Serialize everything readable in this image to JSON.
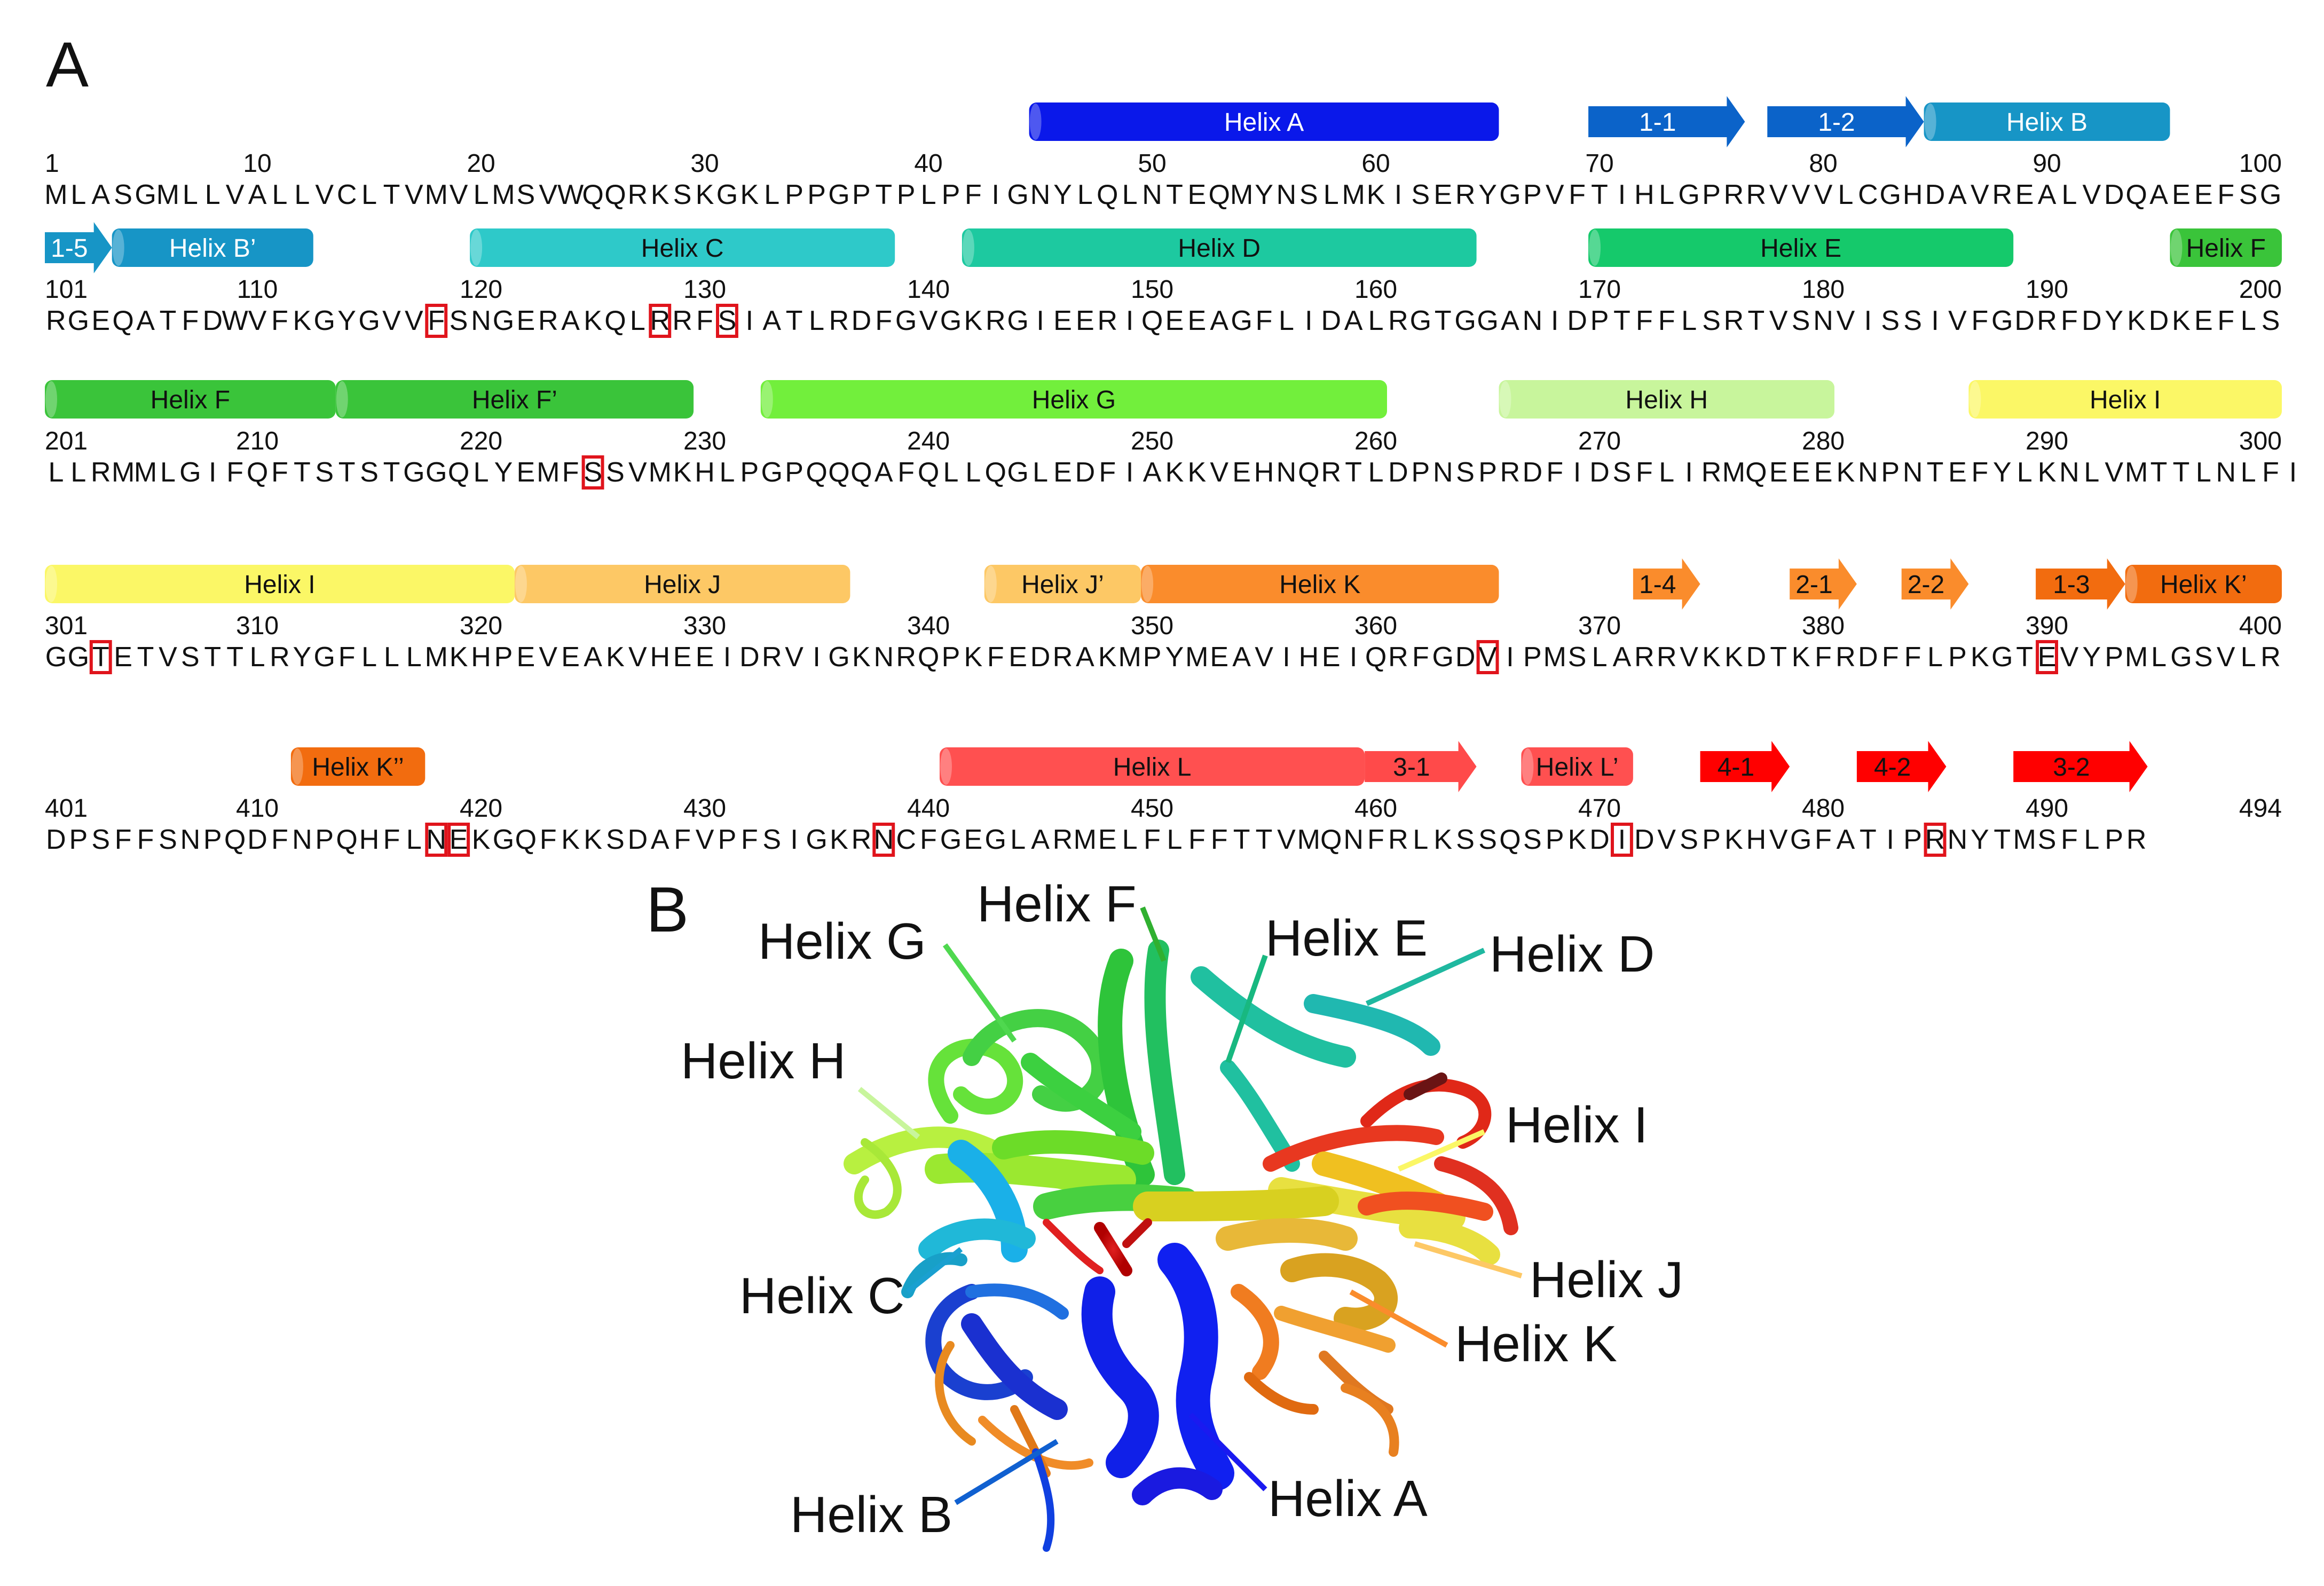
{
  "panels": {
    "a": "A",
    "b": "B"
  },
  "colors": {
    "signal": "#a6a6a6",
    "seq": "#111111",
    "box": "#e0141c"
  },
  "rows": [
    {
      "start": 1,
      "label_start": "1",
      "label_end": "100",
      "numbers": [
        "10",
        "20",
        "30",
        "40",
        "50",
        "60",
        "70",
        "80",
        "90"
      ],
      "signal_len": 29,
      "seq": "MLASGMLLVALLVCLTVMVLMSVWQQRKSKGKLPPGPTPLPFIGNYLQLNTEQMYNSLMKISERYGPVFTIHLGPRRVVVLCGHDAVREALVDQAEEFSG",
      "boxes": [],
      "features": [
        {
          "type": "helix",
          "label": "Helix A",
          "color": "#0a18ea",
          "text": "#ffffff",
          "s": 45,
          "e": 65
        },
        {
          "type": "arrow",
          "label": "1-1",
          "color": "#0b63c9",
          "text": "#ffffff",
          "s": 70,
          "e": 76
        },
        {
          "type": "arrow",
          "label": "1-2",
          "color": "#0b63c9",
          "text": "#ffffff",
          "s": 78,
          "e": 84
        },
        {
          "type": "helix",
          "label": "Helix B",
          "color": "#1795c6",
          "text": "#ffffff",
          "s": 85,
          "e": 95
        }
      ]
    },
    {
      "start": 101,
      "label_start": "101",
      "label_end": "200",
      "numbers": [
        "110",
        "120",
        "130",
        "140",
        "150",
        "160",
        "170",
        "180",
        "190"
      ],
      "signal_len": 0,
      "seq": "RGEQATFDWVFKGYGVVFSNGERAKQLRRFSIATLRDFGVGKRGIEERIQEEAGFLIDALRGTGGANIDPTFFLSRTVSNVISSIVFGDRFDYKDKEFLS",
      "boxes": [
        118,
        128,
        131
      ],
      "features": [
        {
          "type": "arrow",
          "label": "1-5",
          "color": "#1795c6",
          "text": "#ffffff",
          "s": 101,
          "e": 103
        },
        {
          "type": "helix",
          "label": "Helix B’",
          "color": "#1795c6",
          "text": "#ffffff",
          "s": 104,
          "e": 112
        },
        {
          "type": "helix",
          "label": "Helix C",
          "color": "#2ec9c9",
          "text": "#111111",
          "s": 120,
          "e": 138
        },
        {
          "type": "helix",
          "label": "Helix D",
          "color": "#1dc9a0",
          "text": "#111111",
          "s": 142,
          "e": 164
        },
        {
          "type": "helix",
          "label": "Helix E",
          "color": "#15c96b",
          "text": "#111111",
          "s": 170,
          "e": 188
        },
        {
          "type": "helix",
          "label": "Helix F",
          "color": "#3ac43a",
          "text": "#111111",
          "s": 196,
          "e": 200
        }
      ]
    },
    {
      "start": 201,
      "label_start": "201",
      "label_end": "300",
      "numbers": [
        "210",
        "220",
        "230",
        "240",
        "250",
        "260",
        "270",
        "280",
        "290"
      ],
      "signal_len": 0,
      "seq": "LLRMMLGIFQFTSTSTGGQLYEMFSSVMKHLPGPQQQAFQLLQGLEDFIAKKVEHNQRTLDPNSPRDFIDSFLIRMQEEEKNPNTEFYLKNLVMTTLNLFI",
      "boxes": [
        225
      ],
      "features": [
        {
          "type": "helix",
          "label": "Helix F",
          "color": "#3ac43a",
          "text": "#111111",
          "s": 201,
          "e": 213
        },
        {
          "type": "helix",
          "label": "Helix F’",
          "color": "#3ac43a",
          "text": "#111111",
          "s": 214,
          "e": 229
        },
        {
          "type": "helix",
          "label": "Helix G",
          "color": "#72ef3c",
          "text": "#111111",
          "s": 233,
          "e": 260
        },
        {
          "type": "helix",
          "label": "Helix H",
          "color": "#c8f59c",
          "text": "#111111",
          "s": 266,
          "e": 280
        },
        {
          "type": "helix",
          "label": "Helix I",
          "color": "#fbf766",
          "text": "#111111",
          "s": 287,
          "e": 300
        }
      ]
    },
    {
      "start": 301,
      "label_start": "301",
      "label_end": "400",
      "numbers": [
        "310",
        "320",
        "330",
        "340",
        "350",
        "360",
        "370",
        "380",
        "390"
      ],
      "signal_len": 0,
      "seq": "GGTETVSTTLRYGFLLLMKHPEVEAKVHEEIDRVIGKNRQPKFEDRAKMPYMEAVIHEIQRFGDVIPMSLARRVKKDTKFRDFFLPKGTEVYPMLGSVLR",
      "boxes": [
        303,
        365,
        390
      ],
      "features": [
        {
          "type": "helix",
          "label": "Helix I",
          "color": "#fbf766",
          "text": "#111111",
          "s": 301,
          "e": 321
        },
        {
          "type": "helix",
          "label": "Helix J",
          "color": "#fdc865",
          "text": "#111111",
          "s": 322,
          "e": 336
        },
        {
          "type": "helix",
          "label": "Helix J’",
          "color": "#fdc865",
          "text": "#111111",
          "s": 343,
          "e": 349
        },
        {
          "type": "helix",
          "label": "Helix K",
          "color": "#fa8c2c",
          "text": "#111111",
          "s": 350,
          "e": 365
        },
        {
          "type": "arrow",
          "label": "1-4",
          "color": "#fa8c2c",
          "text": "#111111",
          "s": 372,
          "e": 374
        },
        {
          "type": "arrow",
          "label": "2-1",
          "color": "#fa8c2c",
          "text": "#111111",
          "s": 379,
          "e": 381
        },
        {
          "type": "arrow",
          "label": "2-2",
          "color": "#fa8c2c",
          "text": "#111111",
          "s": 384,
          "e": 386
        },
        {
          "type": "arrow",
          "label": "1-3",
          "color": "#f26c0f",
          "text": "#111111",
          "s": 390,
          "e": 393
        },
        {
          "type": "helix",
          "label": "Helix K’",
          "color": "#f26c0f",
          "text": "#111111",
          "s": 394,
          "e": 400
        }
      ]
    },
    {
      "start": 401,
      "label_start": "401",
      "label_end": "494",
      "numbers": [
        "410",
        "420",
        "430",
        "440",
        "450",
        "460",
        "470",
        "480",
        "490"
      ],
      "signal_len": 0,
      "seq": "DPSFFSNPQDFNPQHFLNEKGQFKKSDAFVPFSIGKRNCFGEGLARMELFLFFTTVMQNFRLKSSQSPKDIDVSPKHVGFATIPRNYTMSFLPR",
      "boxes": [
        418,
        419,
        438,
        471,
        485
      ],
      "features": [
        {
          "type": "helix",
          "label": "Helix K’’",
          "color": "#f26c0f",
          "text": "#111111",
          "s": 412,
          "e": 417
        },
        {
          "type": "helix",
          "label": "Helix L",
          "color": "#ff5050",
          "text": "#111111",
          "s": 441,
          "e": 459
        },
        {
          "type": "arrow",
          "label": "3-1",
          "color": "#ff4a4a",
          "text": "#111111",
          "s": 460,
          "e": 464
        },
        {
          "type": "helix",
          "label": "Helix L’",
          "color": "#ff5050",
          "text": "#111111",
          "s": 467,
          "e": 471
        },
        {
          "type": "arrow",
          "label": "4-1",
          "color": "#ff0000",
          "text": "#111111",
          "s": 475,
          "e": 478
        },
        {
          "type": "arrow",
          "label": "4-2",
          "color": "#ff0000",
          "text": "#111111",
          "s": 482,
          "e": 485
        },
        {
          "type": "arrow",
          "label": "3-2",
          "color": "#ff0000",
          "text": "#111111",
          "s": 489,
          "e": 494
        }
      ]
    }
  ],
  "callouts": [
    {
      "label": "Helix G",
      "color": "#4fd84f"
    },
    {
      "label": "Helix F",
      "color": "#30b030"
    },
    {
      "label": "Helix E",
      "color": "#18b880"
    },
    {
      "label": "Helix D",
      "color": "#1fb8a0"
    },
    {
      "label": "Helix H",
      "color": "#c8f59c"
    },
    {
      "label": "Helix I",
      "color": "#fbf766"
    },
    {
      "label": "Helix C",
      "color": "#1aa0d0"
    },
    {
      "label": "Helix J",
      "color": "#fdc865"
    },
    {
      "label": "Helix K",
      "color": "#fa8c2c"
    },
    {
      "label": "Helix B",
      "color": "#1060d0"
    },
    {
      "label": "Helix A",
      "color": "#1a1af0"
    }
  ]
}
